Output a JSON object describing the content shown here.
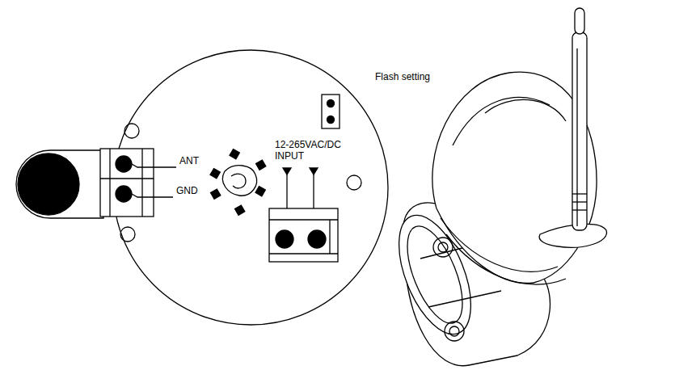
{
  "diagram": {
    "labels": [
      "Flash setting",
      "ANT",
      "GND",
      "12-265VAC/DC INPUT"
    ]
  }
}
